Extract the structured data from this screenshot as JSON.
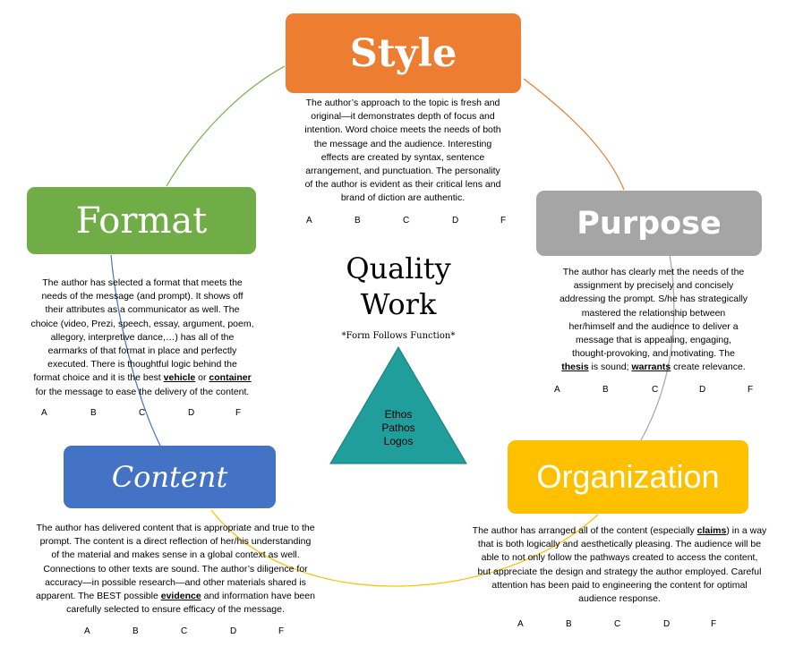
{
  "center": {
    "title_line1": "Quality",
    "title_line2": "Work",
    "subtitle": "*Form Follows Function*",
    "triangle_lines": [
      "Ethos",
      "Pathos",
      "Logos"
    ],
    "triangle_color": "#1f9e9c"
  },
  "nodes": {
    "style": {
      "label": "Style",
      "color": "#ed7d31",
      "desc": [
        "The author’s approach to the topic is fresh and",
        "original—it demonstrates depth of focus and",
        "intention.  Word choice meets the needs of both",
        "the message and the audience.  Interesting",
        "effects are created by syntax, sentence",
        "arrangement, and punctuation.  The personality",
        "of the author is evident as their critical lens and",
        "brand of diction are authentic."
      ],
      "grades": [
        "A",
        "B",
        "C",
        "D",
        "F"
      ]
    },
    "format": {
      "label": "Format",
      "color": "#70ad47",
      "desc": [
        "The author has selected a format that meets the",
        "needs of the message (and prompt).  It shows off",
        "their attributes as a communicator as well. The",
        "choice (video, Prezi, speech, essay, argument, poem,",
        "allegory, interpretive dance,…) has all of the",
        "earmarks of that format in place and perfectly",
        "executed.  There is thoughtful logic behind the",
        "format choice and it is the best ",
        "vehicle",
        " or ",
        "container",
        "for the message to ease the delivery of the content."
      ],
      "grades": [
        "A",
        "B",
        "C",
        "D",
        "F"
      ]
    },
    "purpose": {
      "label": "Purpose",
      "color": "#a5a5a5",
      "desc": [
        "The author has clearly met the needs of the",
        "assignment by precisely and concisely",
        "addressing the prompt.  S/he has strategically",
        "mastered the relationship between",
        "her/himself and the audience to deliver a",
        "message that is appealing, engaging,",
        "thought-provoking, and motivating.  The",
        "thesis",
        " is sound; ",
        "warrants",
        " create relevance."
      ],
      "grades": [
        "A",
        "B",
        "C",
        "D",
        "F"
      ]
    },
    "content": {
      "label": "Content",
      "color": "#4472c4",
      "desc": [
        "The author has delivered content that is appropriate and true to the",
        "prompt.  The content is a direct reflection of her/his understanding",
        "of the material and makes sense in a global context as well.",
        "Connections to other texts are sound.  The author’s diligence for",
        "accuracy—in possible research—and other materials shared is",
        "apparent.  The BEST possible ",
        "evidence",
        " and information have been",
        "carefully selected to ensure efficacy of the message."
      ],
      "grades": [
        "A",
        "B",
        "C",
        "D",
        "F"
      ]
    },
    "organization": {
      "label": "Organization",
      "color": "#ffc000",
      "desc": [
        "The author has arranged all of the content (especially ",
        "claims",
        ") in a way",
        "that is both logically and aesthetically pleasing.  The audience will be",
        "able to not only follow the pathways created to access the content,",
        "but appreciate the design and strategy the author employed.  Careful",
        "attention has been paid to engineering the content for optimal",
        "audience response."
      ],
      "grades": [
        "A",
        "B",
        "C",
        "D",
        "F"
      ]
    }
  }
}
